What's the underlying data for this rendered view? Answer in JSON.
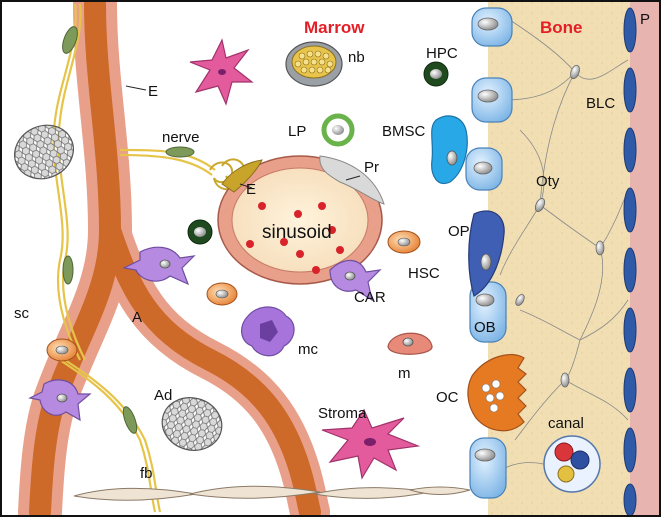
{
  "colors": {
    "title_red": "#e41e26",
    "artery_orange": "#d2691e",
    "bone_tan": "#f1dfb3",
    "periosteum_pink": "#e8b4b0",
    "cell_blue": "#a9d1f2",
    "bmsc_blue": "#29a8e8",
    "op_blue": "#3f5fb5",
    "car_purple": "#b58ae0",
    "stroma_pink": "#e35b9c",
    "nerve_yellow": "#e6c44a",
    "endothelium_salmon": "#e9a08a"
  },
  "regions": {
    "marrow": "Marrow",
    "bone": "Bone"
  },
  "labels": {
    "p": "P",
    "nb": "nb",
    "hpc": "HPC",
    "e_top": "E",
    "blc": "BLC",
    "lp": "LP",
    "bmsc": "BMSC",
    "nerve": "nerve",
    "pr": "Pr",
    "oty": "Oty",
    "e_mid": "E",
    "sinusoid": "sinusoid",
    "op": "OP",
    "hsc": "HSC",
    "car": "CAR",
    "sc": "sc",
    "a": "A",
    "ob": "OB",
    "mc": "mc",
    "m": "m",
    "ad": "Ad",
    "oc": "OC",
    "stroma": "Stroma",
    "canal": "canal",
    "fb": "fb"
  }
}
